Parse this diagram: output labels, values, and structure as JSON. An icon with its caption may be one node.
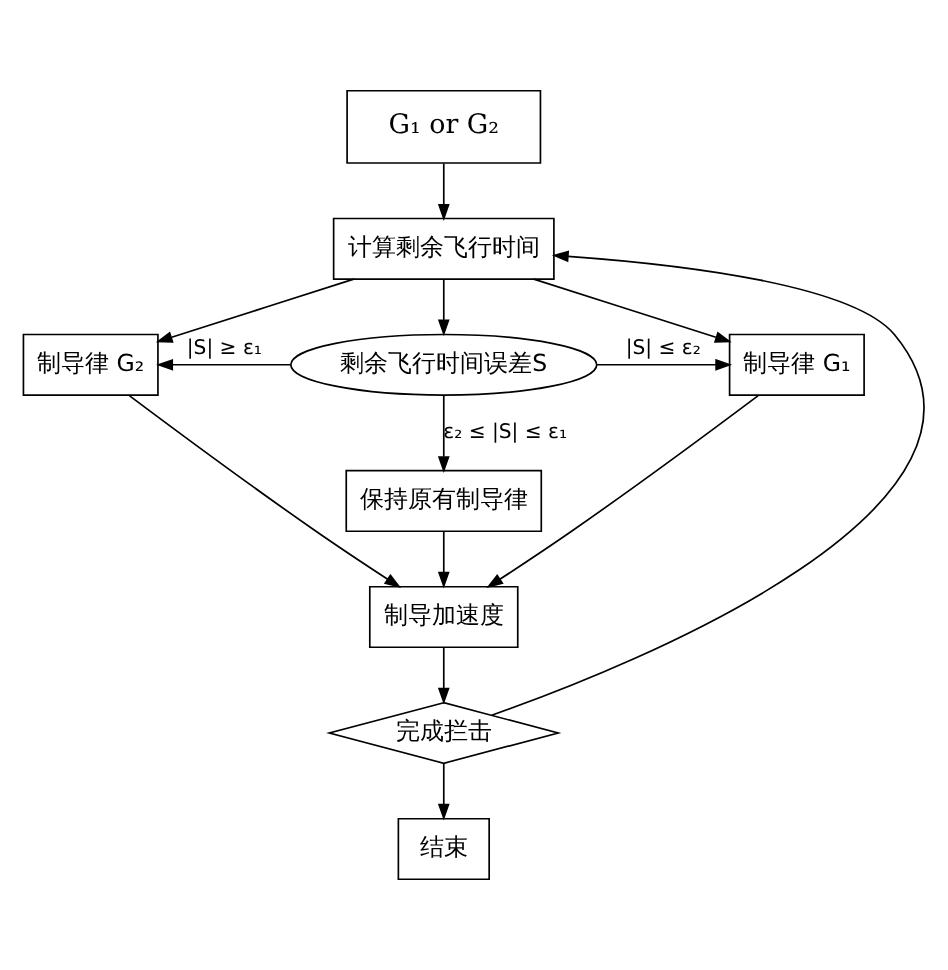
{
  "diagram": {
    "nodes": [
      {
        "text": [
          "G₁ or G₂"
        ]
      },
      {
        "text": [
          "计算剩余飞行时间"
        ]
      },
      {
        "text": [
          "制导律 G₂"
        ]
      },
      {
        "text": [
          "剩余飞行时间误差S"
        ]
      },
      {
        "text": [
          "制导律 G₁"
        ]
      },
      {
        "text": [
          "保持原有制导律"
        ]
      },
      {
        "text": [
          "制导加速度"
        ]
      },
      {
        "text": [
          "完成拦击"
        ]
      },
      {
        "text": [
          "结束"
        ]
      }
    ],
    "edges": [
      {
        "from": 0,
        "to": 1,
        "arrow": "to"
      },
      {
        "from": 1,
        "to": 2,
        "arrow": "to"
      },
      {
        "from": 1,
        "to": 3,
        "arrow": "to"
      },
      {
        "from": 1,
        "to": 4,
        "arrow": "to"
      },
      {
        "from": 3,
        "to": 2,
        "arrow": "to",
        "label": "|S| ≥ ε₁"
      },
      {
        "from": 3,
        "to": 4,
        "arrow": "to",
        "label": "|S| ≤ ε₂"
      },
      {
        "from": 3,
        "to": 5,
        "arrow": "to",
        "label": "ε₂ ≤ |S| ≤ ε₁"
      },
      {
        "from": 2,
        "to": 6,
        "arrow": "to"
      },
      {
        "from": 5,
        "to": 6,
        "arrow": "to"
      },
      {
        "from": 4,
        "to": 6,
        "arrow": "to"
      },
      {
        "from": 6,
        "to": 7,
        "arrow": "to"
      },
      {
        "from": 7,
        "to": 8,
        "arrow": "to"
      },
      {
        "from": 7,
        "to": 1,
        "arrow": "to"
      }
    ]
  }
}
